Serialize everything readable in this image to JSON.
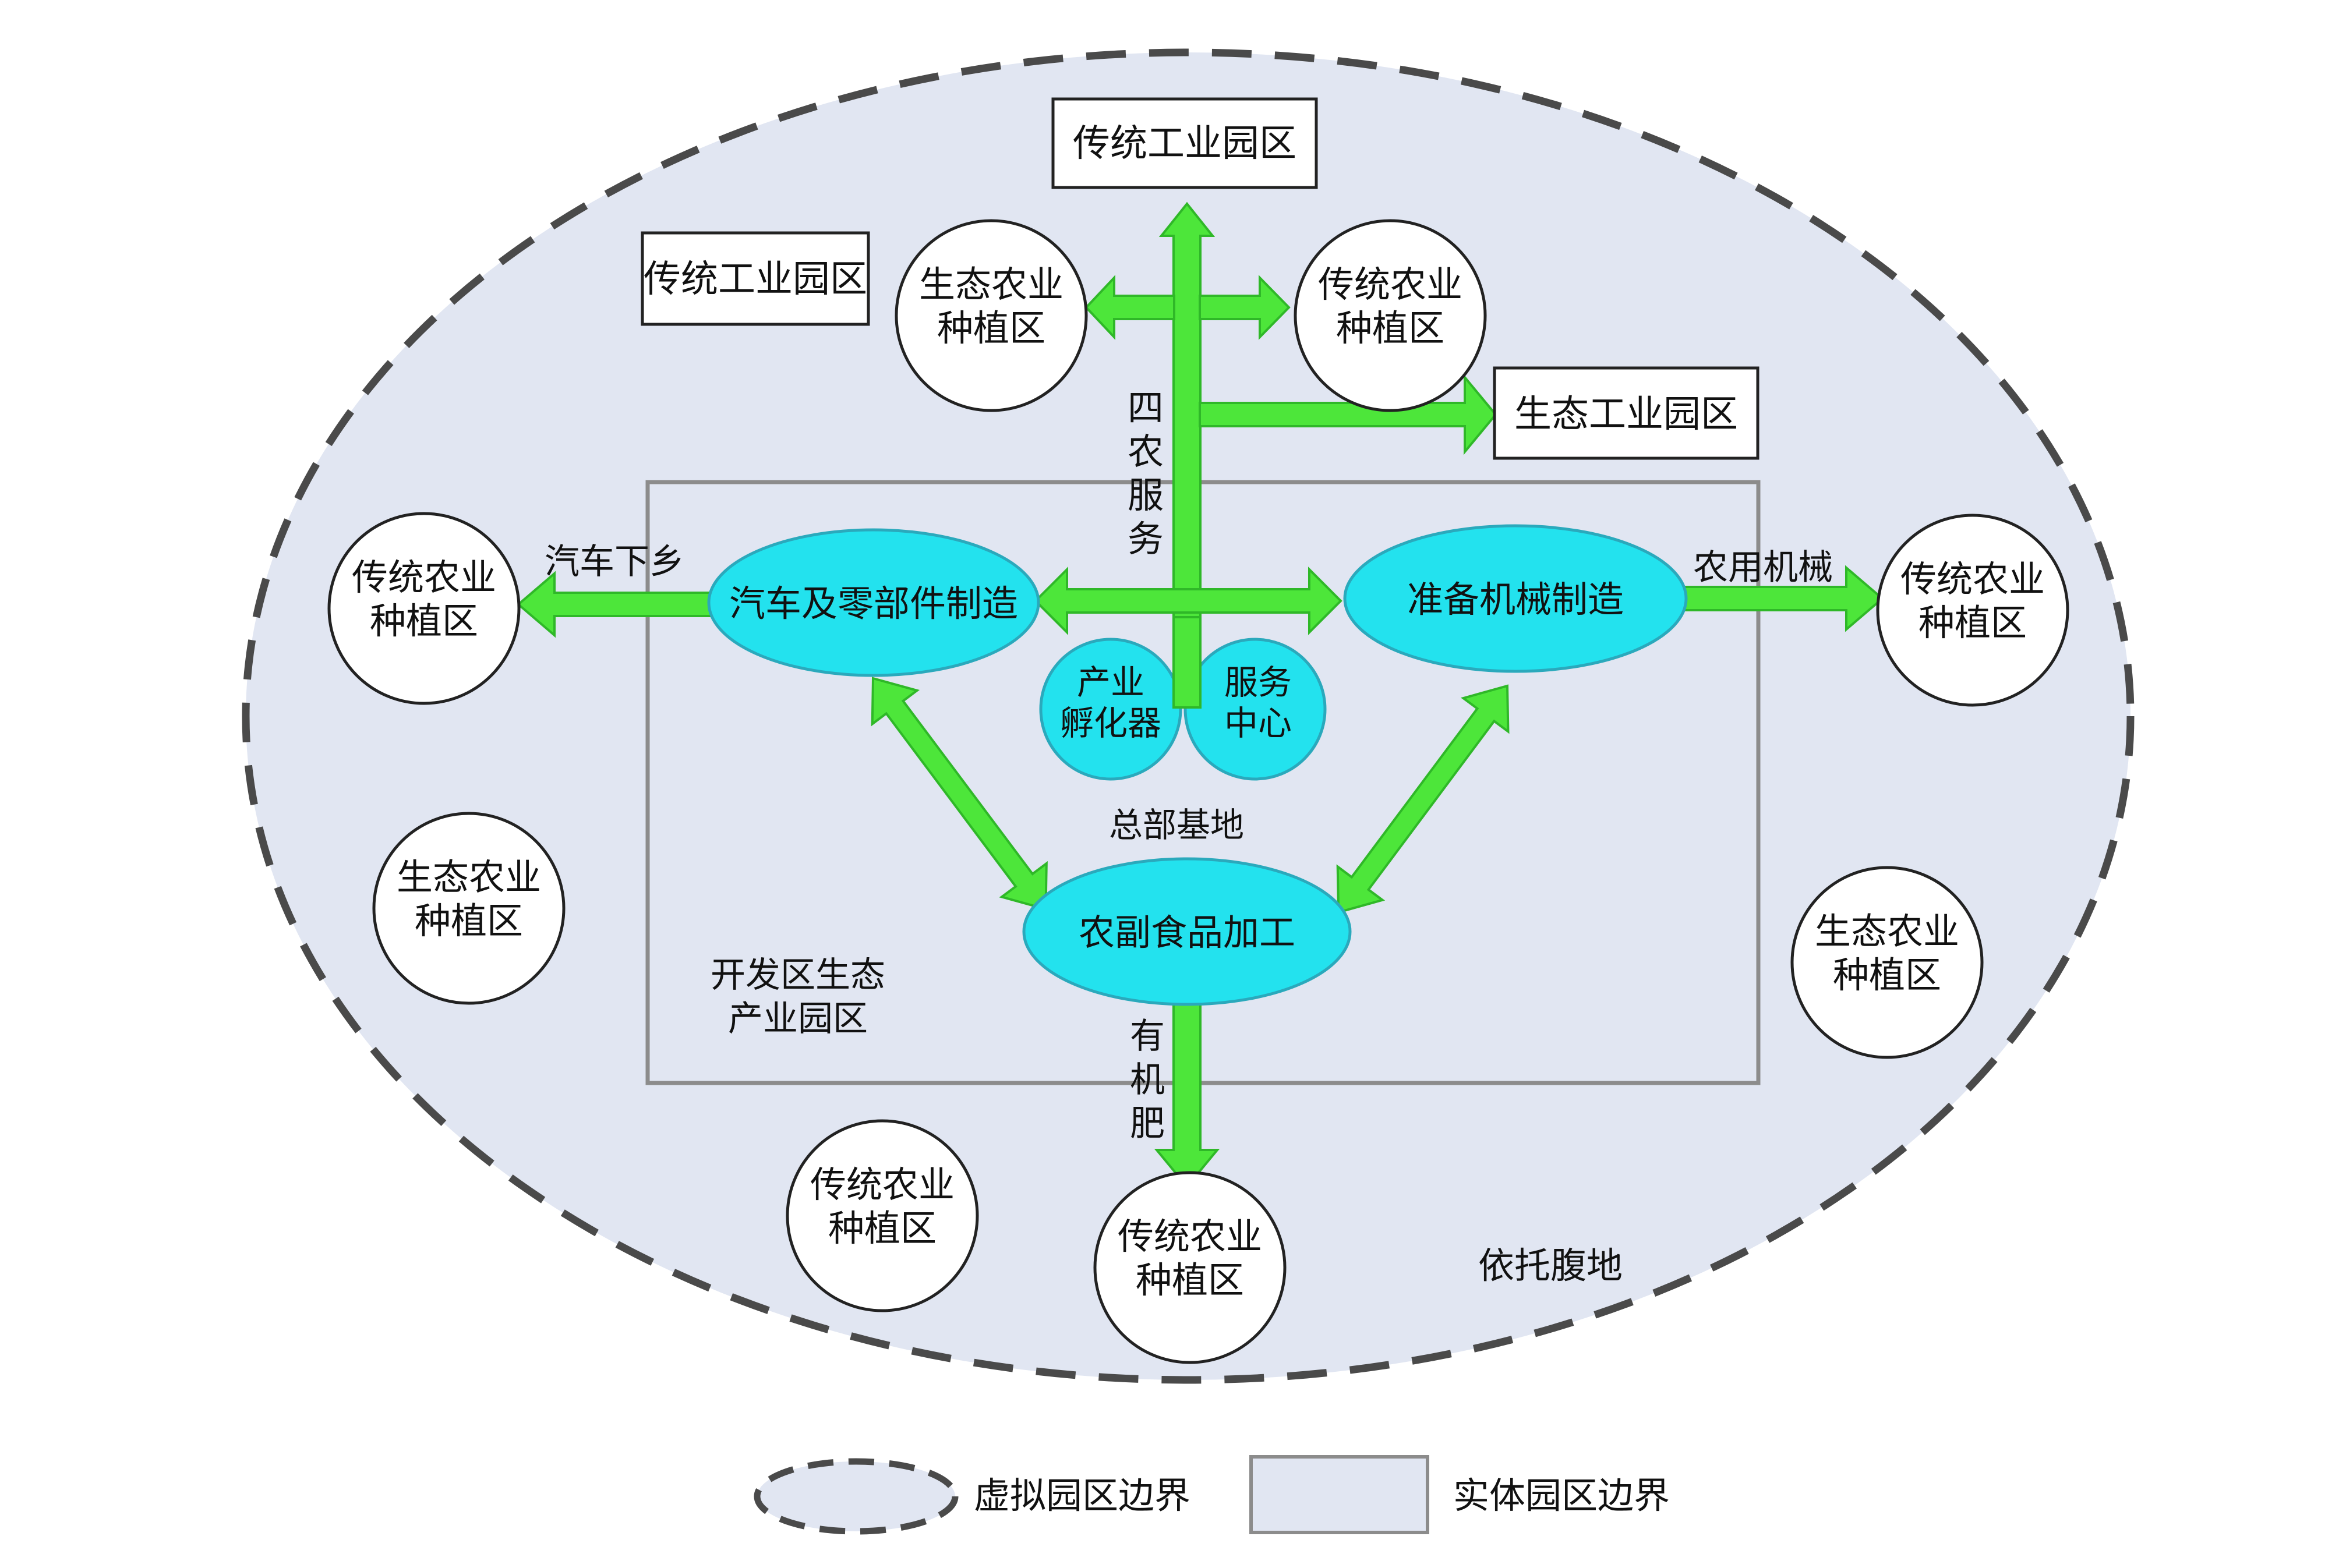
{
  "colors": {
    "virtual_fill": "#e1e6f2",
    "boundary_stroke": "#4a4a4a",
    "core_box_stroke": "#8c8c8c",
    "arrow_fill": "#4de63a",
    "arrow_stroke": "#2fb828",
    "hub_fill": "#23e2ee",
    "hub_stroke": "#2aa9bc",
    "circle_fill": "#ffffff",
    "circle_stroke": "#222222"
  },
  "boxes": {
    "traditional_industry_top": "传统工业园区",
    "traditional_industry_left": "传统工业园区",
    "ecological_industry": "生态工业园区"
  },
  "zones": {
    "eco_top": [
      "生态农业",
      "种植区"
    ],
    "trad_top_right": [
      "传统农业",
      "种植区"
    ],
    "trad_left": [
      "传统农业",
      "种植区"
    ],
    "trad_right": [
      "传统农业",
      "种植区"
    ],
    "eco_left": [
      "生态农业",
      "种植区"
    ],
    "eco_right": [
      "生态农业",
      "种植区"
    ],
    "trad_bottom_left": [
      "传统农业",
      "种植区"
    ],
    "trad_bottom": [
      "传统农业",
      "种植区"
    ]
  },
  "hubs": {
    "auto_parts": "汽车及零部件制造",
    "machinery": "准备机械制造",
    "food_processing": "农副食品加工",
    "incubator": [
      "产业",
      "孵化器"
    ],
    "service_center": [
      "服务",
      "中心"
    ]
  },
  "labels": {
    "four_agri_services": "四农服务",
    "cars_to_countryside": "汽车下乡",
    "agri_machinery": "农用机械",
    "organic_fertilizer": "有机肥",
    "headquarters_base": "总部基地",
    "dev_zone_park": [
      "开发区生态",
      "产业园区"
    ],
    "hinterland": "依托腹地"
  },
  "legend": {
    "virtual_boundary": "虚拟园区边界",
    "physical_boundary": "实体园区边界"
  }
}
